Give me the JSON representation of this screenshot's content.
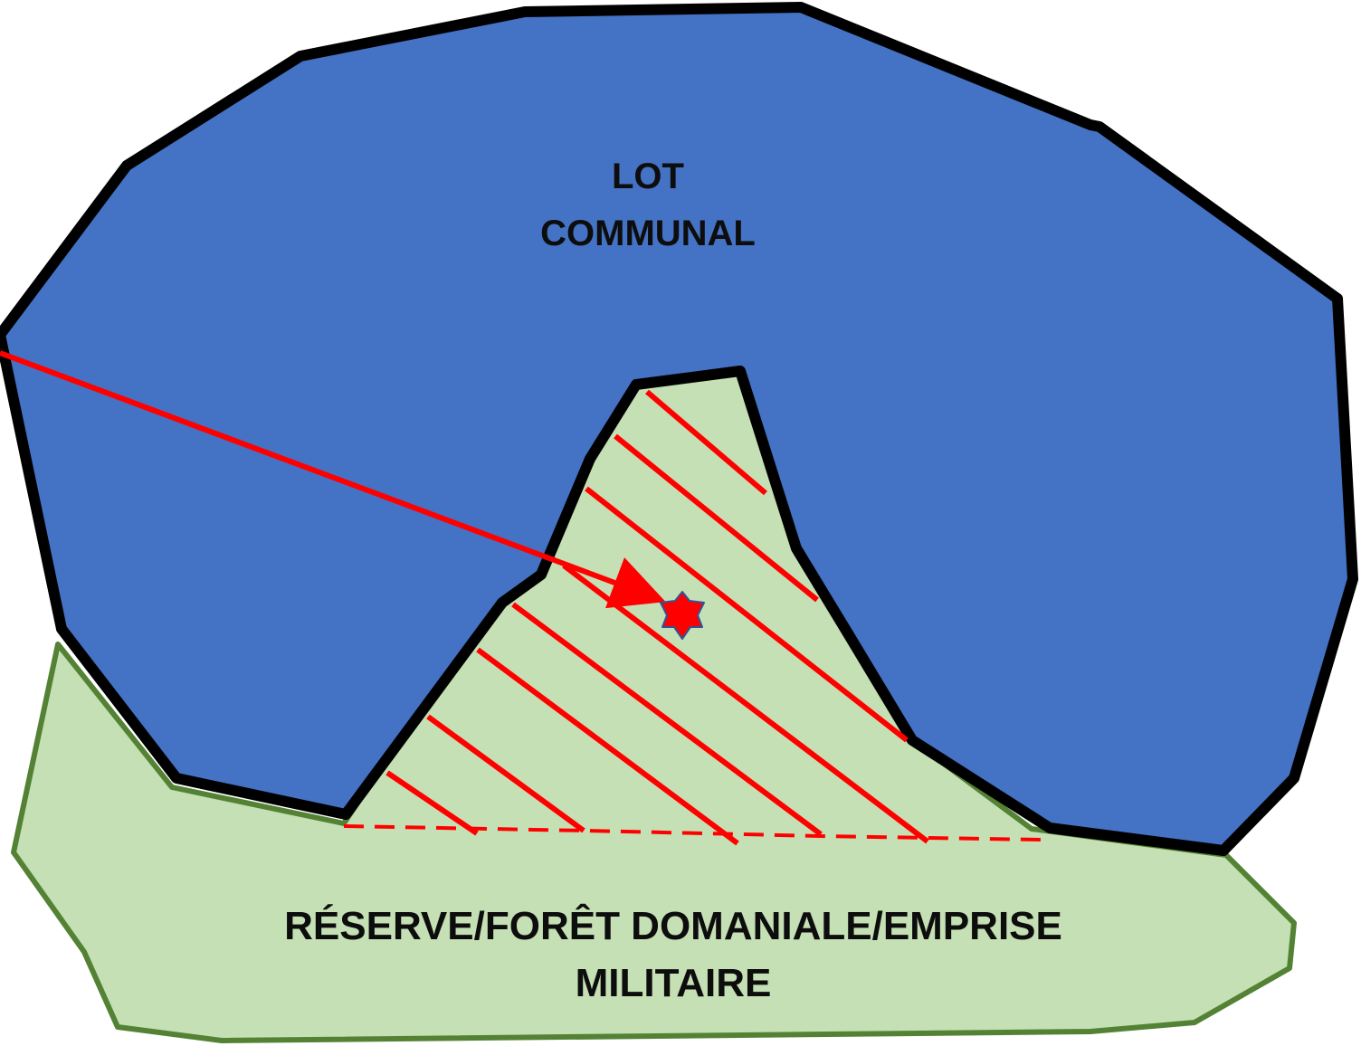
{
  "zones": {
    "communal": {
      "line1": "LOT",
      "line2": "COMMUNAL",
      "fill": "#4472c4",
      "stroke": "#000000"
    },
    "reserve": {
      "line1": "RÉSERVE/FORÊT DOMANIALE/EMPRISE",
      "line2": "MILITAIRE",
      "fill": "#c5e0b4",
      "stroke": "#548235"
    }
  },
  "marks": {
    "hatch_color": "#ff0000",
    "arrow_color": "#ff0000",
    "star_fill": "#ff0000",
    "star_outline": "#2f5597",
    "star_icon": "seven-point-star"
  }
}
